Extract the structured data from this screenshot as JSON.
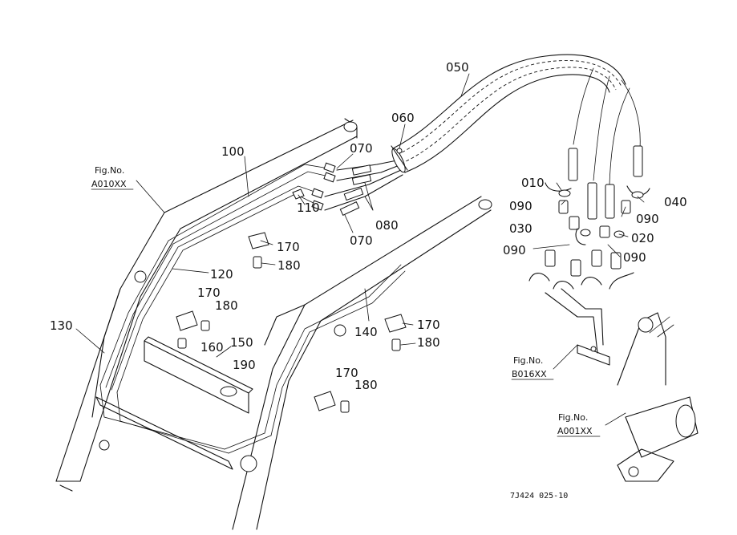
{
  "callouts": {
    "c010": "010",
    "c020": "020",
    "c030": "030",
    "c040": "040",
    "c050": "050",
    "c060": "060",
    "c070a": "070",
    "c070b": "070",
    "c080": "080",
    "c090a": "090",
    "c090b": "090",
    "c090c": "090",
    "c090d": "090",
    "c100": "100",
    "c110": "110",
    "c120": "120",
    "c130": "130",
    "c140": "140",
    "c150": "150",
    "c160": "160",
    "c170a": "170",
    "c170b": "170",
    "c170c": "170",
    "c170d": "170",
    "c180a": "180",
    "c180b": "180",
    "c180c": "180",
    "c180d": "180",
    "c190": "190"
  },
  "references": {
    "a010_label": "Fig.No.",
    "a010_code": "A010XX",
    "b016_label": "Fig.No.",
    "b016_code": "B016XX",
    "a001_label": "Fig.No.",
    "a001_code": "A001XX"
  },
  "drawing_code": "7J424 025-10"
}
